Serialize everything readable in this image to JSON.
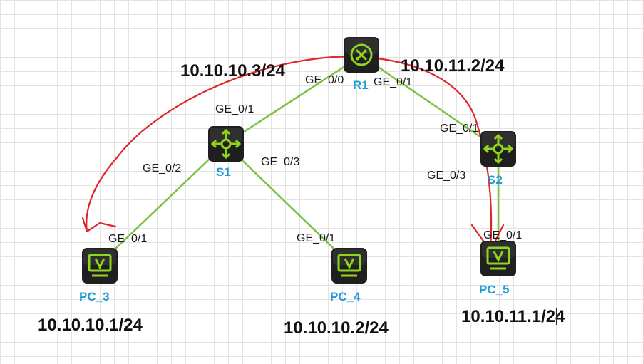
{
  "colors": {
    "link": "#7dc142",
    "annotation": "#e0252b",
    "node_label": "#1e9bd7",
    "device_accent": "#8fd61c"
  },
  "nodes": {
    "R1": {
      "name": "R1",
      "icon": "router-icon"
    },
    "S1": {
      "name": "S1",
      "icon": "switch-icon"
    },
    "S2": {
      "name": "S2",
      "icon": "switch-icon"
    },
    "PC_3": {
      "name": "PC_3",
      "icon": "pc-icon"
    },
    "PC_4": {
      "name": "PC_4",
      "icon": "pc-icon"
    },
    "PC_5": {
      "name": "PC_5",
      "icon": "pc-icon"
    }
  },
  "ports": {
    "r1_ge00": "GE_0/0",
    "r1_ge01": "GE_0/1",
    "s1_ge01": "GE_0/1",
    "s1_ge02": "GE_0/2",
    "s1_ge03": "GE_0/3",
    "s2_ge01": "GE_0/1",
    "s2_ge03": "GE_0/3",
    "pc3_ge01": "GE_0/1",
    "pc4_ge01": "GE_0/1",
    "pc5_ge01": "GE_0/1"
  },
  "addresses": {
    "r1_left": "10.10.10.3/24",
    "r1_right": "10.10.11.2/24",
    "pc3": "10.10.10.1/24",
    "pc4": "10.10.10.2/24",
    "pc5": "10.10.11.1/24"
  }
}
